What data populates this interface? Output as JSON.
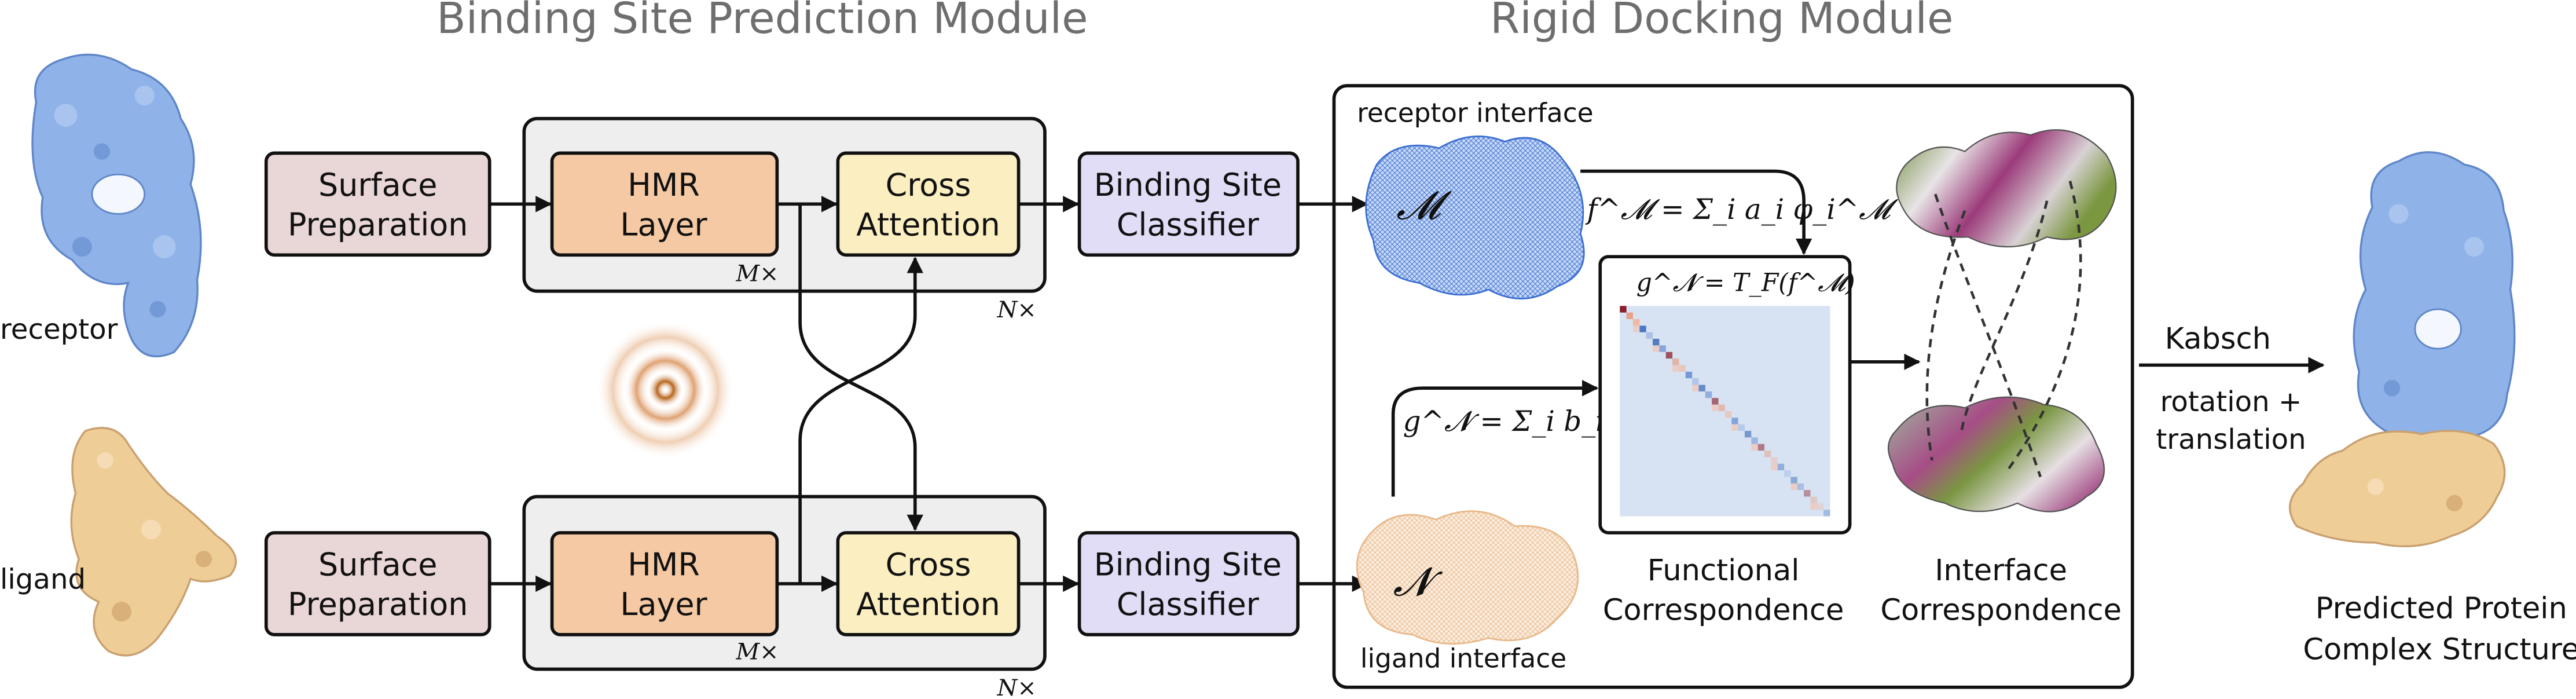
{
  "titles": {
    "left": "Binding Site Prediction Module",
    "right": "Rigid Docking Module"
  },
  "labels": {
    "receptor": "receptor",
    "ligand": "ligand",
    "receptor_interface": "receptor interface",
    "ligand_interface": "ligand interface",
    "predicted": [
      "Predicted Protein",
      "Complex Structure"
    ],
    "kabsch": "Kabsch",
    "rotation": [
      "rotation +",
      "translation"
    ],
    "functional": [
      "Functional",
      "Correspondence"
    ],
    "interface": [
      "Interface",
      "Correspondence"
    ]
  },
  "blocks": {
    "surface_prep": [
      "Surface",
      "Preparation"
    ],
    "hmr": [
      "HMR",
      "Layer"
    ],
    "cross": [
      "Cross",
      "Attention"
    ],
    "classifier": [
      "Binding Site",
      "Classifier"
    ]
  },
  "repeat": {
    "inner": "M×",
    "outer": "N×"
  },
  "math": {
    "M": "𝓜",
    "N": "𝓝",
    "f_eq": "f^𝓜 = Σ_i a_i φ_i^𝓜",
    "g_eq": "g^𝓝 = Σ_i b_i ψ_i^𝓝",
    "t_eq": "g^𝓝 = T_F(f^𝓜)"
  },
  "colors": {
    "surface_prep": "#e9d6d6",
    "hmr": "#f4c9a3",
    "cross": "#fbefc2",
    "classifier": "#e2ddf6",
    "module_bg": "#eeeeee",
    "receptor": "#8fb3e8",
    "ligand": "#efcd97",
    "receptor_mesh": "#3b6fd1",
    "ligand_mesh": "#e9b98a",
    "matrix_bg": "#d7e3f2"
  }
}
